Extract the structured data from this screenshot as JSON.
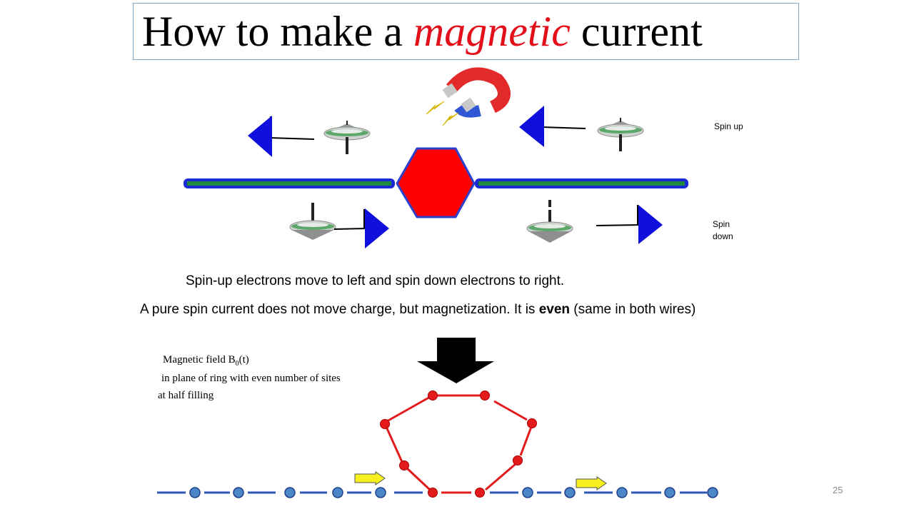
{
  "slide": {
    "title_prefix": "How to make a ",
    "title_accent": "magnetic",
    "title_suffix": " current",
    "accent_color": "#e3101b",
    "spin_up_label": "Spin up",
    "spin_down_label_line1": "Spin",
    "spin_down_label_line2": "down",
    "caption_line1": "Spin-up electrons move to left and spin down electrons to right.",
    "caption_line2_before": "A pure spin current does not move charge, but magnetization. It is ",
    "caption_line2_bold": "even",
    "caption_line2_after": " (same in both wires)",
    "note_line1_prefix": "Magnetic field B",
    "note_line1_sub": "0",
    "note_line1_suffix": "(t)",
    "note_line2": "in plane of ring with even number of sites",
    "note_line3": "at half filling",
    "page_number": "25"
  },
  "colors": {
    "wire_blue": "#1a2bd6",
    "wire_green": "#1f8a3a",
    "hexagon_red": "#ff0000",
    "arrow_blue": "#1010dd",
    "ring_red": "#e31b1b",
    "site_blue": "#4a86c8",
    "line_blue": "#2f57b5",
    "flow_arrow_yellow": "#f7f01e"
  },
  "icons": [
    "horseshoe-magnet-icon",
    "lightning-bolt-icon",
    "spinning-top-icon",
    "down-arrow-icon"
  ]
}
